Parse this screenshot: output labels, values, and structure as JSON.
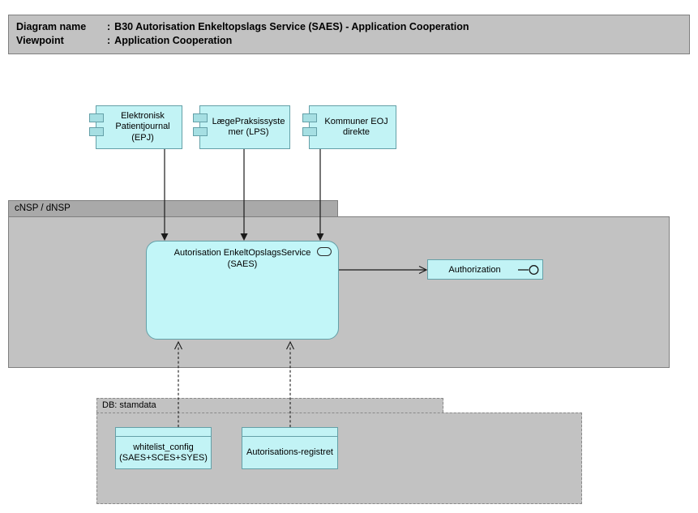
{
  "title_box": {
    "line1": {
      "label": "Diagram name",
      "colon": ":",
      "value": "B30 Autorisation Enkeltopslags Service (SAES) - Application Cooperation"
    },
    "line2": {
      "label": "Viewpoint",
      "colon": ":",
      "value": "Application Cooperation"
    }
  },
  "components": [
    {
      "label": "Elektronisk Patientjournal (EPJ)"
    },
    {
      "label": "LægePraksissystemer (LPS)"
    },
    {
      "label": "Kommuner EOJ direkte"
    }
  ],
  "groups": {
    "cnsp": {
      "label": "cNSP / dNSP"
    },
    "db": {
      "label": "DB: stamdata"
    }
  },
  "service": {
    "label": "Autorisation EnkeltOpslagsService (SAES)",
    "icon": "service-rounded-rect-icon"
  },
  "interface": {
    "label": "Authorization",
    "icon": "provided-interface-lollipop-icon"
  },
  "db_tables": [
    {
      "label": "whitelist_config (SAES+SCES+SYES)"
    },
    {
      "label": "Autorisations-registret"
    }
  ],
  "colors": {
    "canvas_bg": "#ffffff",
    "gray_fill": "#c2c2c2",
    "gray_tab_fill": "#a9a9a9",
    "gray_border": "#7f7f7f",
    "db_dashed_border": "#8a8a8a",
    "cyan_fill": "#c2f3f5",
    "cyan_tab_fill": "#a6dfe3",
    "teal_border": "#64a0a8",
    "arrow": "#1a1a1a"
  }
}
